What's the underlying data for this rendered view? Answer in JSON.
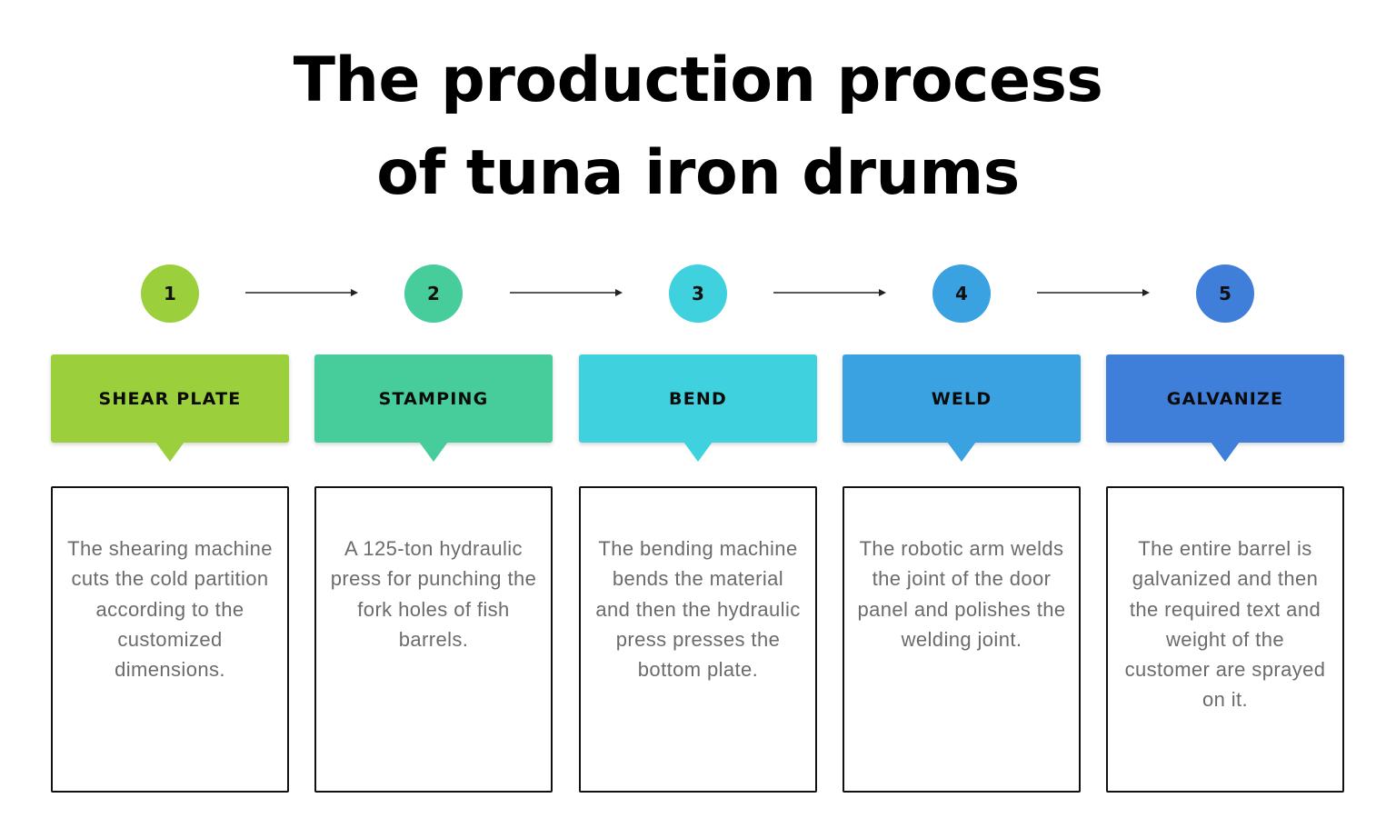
{
  "title": {
    "line1": "The production process",
    "line2": "of tuna iron drums"
  },
  "steps": [
    {
      "number": "1",
      "label": "SHEAR PLATE",
      "color": "#9ccf3c",
      "description": "The shearing machine cuts the cold partition according to the customized dimensions."
    },
    {
      "number": "2",
      "label": "STAMPING",
      "color": "#47cc9c",
      "description": "A 125-ton hydraulic press for punching the fork holes of fish barrels."
    },
    {
      "number": "3",
      "label": "BEND",
      "color": "#3fd1de",
      "description": "The bending machine bends the material and then the hydraulic press presses the bottom plate."
    },
    {
      "number": "4",
      "label": "WELD",
      "color": "#3aa2e0",
      "description": "The robotic arm welds the joint of the door panel and polishes the welding joint."
    },
    {
      "number": "5",
      "label": "GALVANIZE",
      "color": "#3f7fda",
      "description": "The entire barrel is galvanized and then the required text and weight of the customer are sprayed on it."
    }
  ]
}
